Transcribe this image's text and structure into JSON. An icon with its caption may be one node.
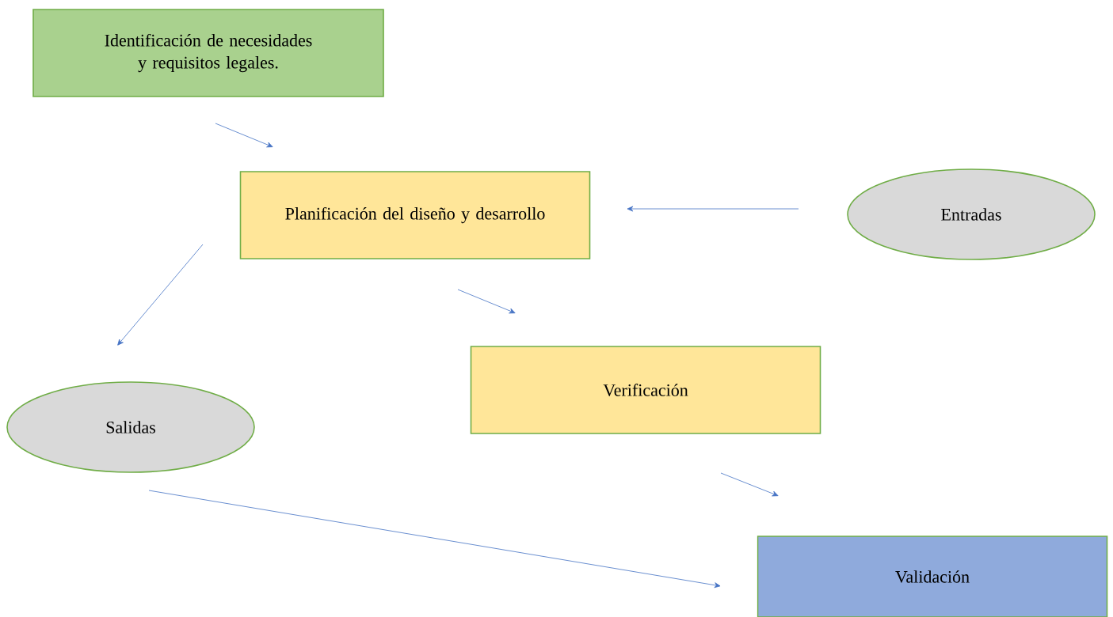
{
  "diagram": {
    "nodes": [
      {
        "text": [
          "Identificación de necesidades y requisitos legales."
        ]
      },
      {
        "text": [
          "Planificación del diseño y desarrollo"
        ]
      },
      {
        "text": [
          "Entradas"
        ]
      },
      {
        "text": [
          "Verificación"
        ]
      },
      {
        "text": [
          "Salidas"
        ]
      },
      {
        "text": [
          "Validación"
        ]
      }
    ],
    "edges": [
      {
        "from": 0,
        "to": 1,
        "arrow": "to"
      },
      {
        "from": 2,
        "to": 1,
        "arrow": "to"
      },
      {
        "from": 1,
        "to": 4,
        "arrow": "to"
      },
      {
        "from": 1,
        "to": 3,
        "arrow": "to"
      },
      {
        "from": 3,
        "to": 5,
        "arrow": "to"
      },
      {
        "from": 4,
        "to": 5,
        "arrow": "to"
      }
    ]
  }
}
